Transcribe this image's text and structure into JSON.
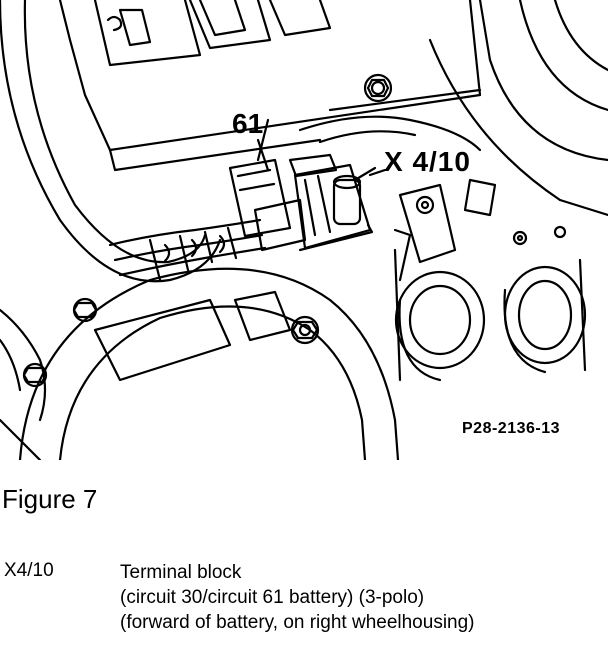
{
  "illustration": {
    "callouts": {
      "connector": "61",
      "terminal_block": "X 4/10"
    },
    "figure_code": "P28-2136-13"
  },
  "caption": "Figure 7",
  "legend": {
    "key": "X4/10",
    "lines": [
      "Terminal block",
      "(circuit 30/circuit 61 battery) (3-polo)",
      "(forward of battery, on right wheelhousing)"
    ]
  },
  "colors": {
    "ink": "#000000",
    "paper": "#ffffff"
  }
}
